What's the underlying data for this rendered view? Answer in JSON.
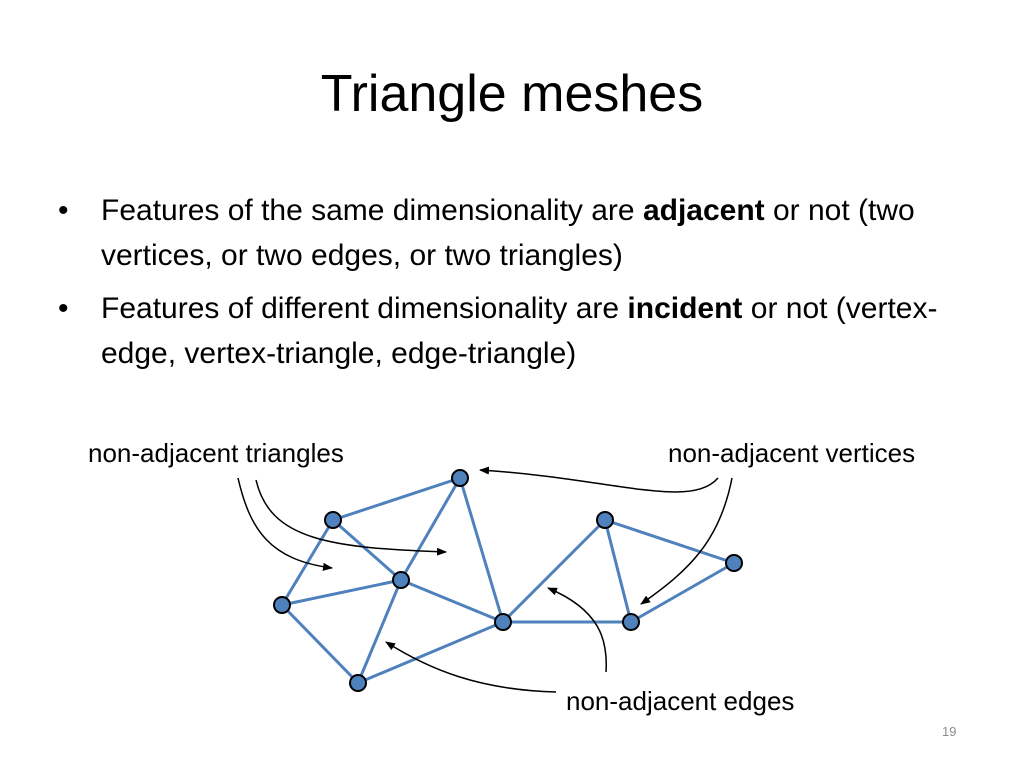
{
  "slide": {
    "title": "Triangle meshes",
    "bullets": [
      {
        "before": "Features of the same dimensionality are ",
        "emphasis": "adjacent",
        "after": " or not (two vertices, or two edges, or two triangles)"
      },
      {
        "before": "Features of different dimensionality are ",
        "emphasis": "incident",
        "after": " or not (vertex-edge, vertex-triangle, edge-triangle)"
      }
    ],
    "bullet_glyph": "•",
    "slide_number": "19"
  },
  "diagram": {
    "labels": {
      "triangles": "non-adjacent triangles",
      "vertices": "non-adjacent vertices",
      "edges": "non-adjacent edges"
    },
    "colors": {
      "edge": "#4f81bd",
      "vertex_fill": "#4f81bd",
      "vertex_stroke": "#000000",
      "arrow": "#000000"
    }
  }
}
